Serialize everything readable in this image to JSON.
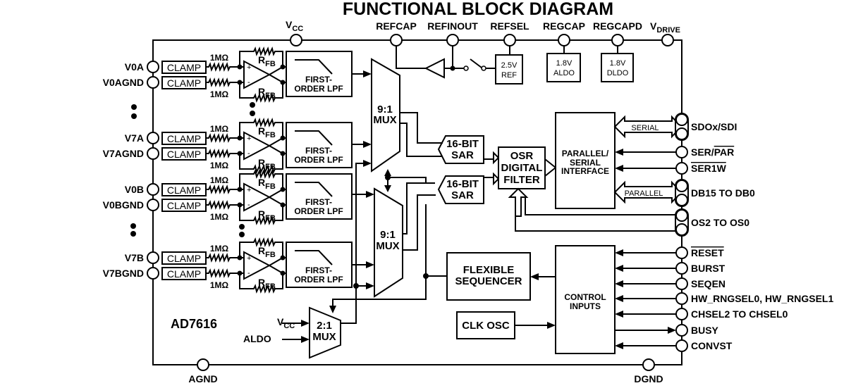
{
  "title": "FUNCTIONAL BLOCK DIAGRAM",
  "chip_name": "AD7616",
  "top_pins": [
    {
      "name": "V",
      "sub": "CC"
    },
    {
      "name": "REFCAP"
    },
    {
      "name": "REFINOUT"
    },
    {
      "name": "REFSEL"
    },
    {
      "name": "REGCAP"
    },
    {
      "name": "REGCAPD"
    },
    {
      "name": "V",
      "sub": "DRIVE"
    }
  ],
  "bottom_pins": [
    "AGND",
    "DGND"
  ],
  "left_pins": [
    "V0A",
    "V0AGND",
    "V7A",
    "V7AGND",
    "V0B",
    "V0BGND",
    "V7B",
    "V7BGND"
  ],
  "clamp_label": "CLAMP",
  "resistor_label": "1MΩ",
  "feedback_label": {
    "main": "R",
    "sub": "FB"
  },
  "amp_plus": "+",
  "amp_minus": "-",
  "lpf_label": [
    "FIRST-",
    "ORDER LPF"
  ],
  "mux_label": [
    "9:1",
    "MUX"
  ],
  "mux21_label": [
    "2:1",
    "MUX"
  ],
  "sar_label": [
    "16-BIT",
    "SAR"
  ],
  "osr_label": [
    "OSR",
    "DIGITAL",
    "FILTER"
  ],
  "interface_label": [
    "PARALLEL/",
    "SERIAL",
    "INTERFACE"
  ],
  "ref_block": [
    "2.5V",
    "REF"
  ],
  "aldo_block": [
    "1.8V",
    "ALDO"
  ],
  "dldo_block": [
    "1.8V",
    "DLDO"
  ],
  "sequencer_label": [
    "FLEXIBLE",
    "SEQUENCER"
  ],
  "control_label": [
    "CONTROL",
    "INPUTS"
  ],
  "clk_label": "CLK OSC",
  "mux21_inputs": [
    {
      "name": "V",
      "sub": "CC"
    },
    {
      "name": "ALDO"
    }
  ],
  "bus_labels": {
    "serial": "SERIAL",
    "parallel": "PARALLEL"
  },
  "right_pins": [
    {
      "label": "SDOx/SDI",
      "overbar": ""
    },
    {
      "label": "SER/",
      "overbar": "PAR"
    },
    {
      "label": "",
      "overbar": "SER1W"
    },
    {
      "label": "DB15 TO DB0",
      "overbar": ""
    },
    {
      "label": "OS2 TO OS0",
      "overbar": ""
    },
    {
      "label": "",
      "overbar": "RESET"
    },
    {
      "label": "BURST",
      "overbar": ""
    },
    {
      "label": "SEQEN",
      "overbar": ""
    },
    {
      "label": "HW_RNGSEL0, HW_RNGSEL1",
      "overbar": ""
    },
    {
      "label": "CHSEL2 TO CHSEL0",
      "overbar": ""
    },
    {
      "label": "BUSY",
      "overbar": ""
    },
    {
      "label": "CONVST",
      "overbar": ""
    }
  ]
}
